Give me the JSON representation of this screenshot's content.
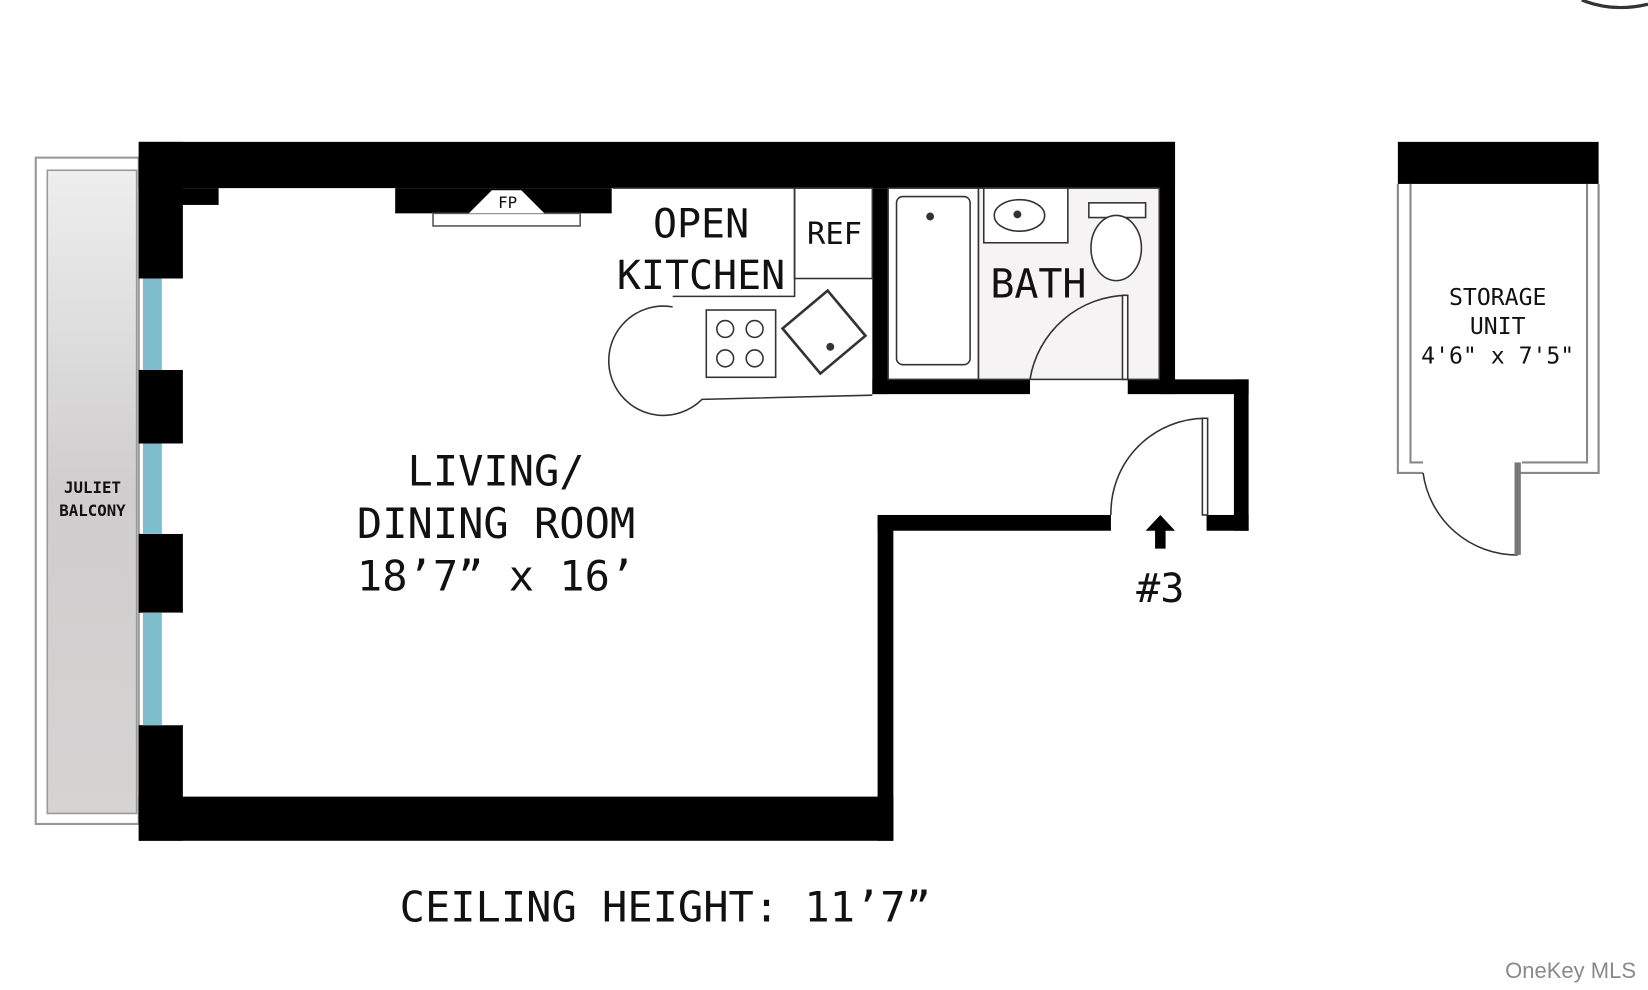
{
  "floorplan": {
    "rooms": {
      "living": {
        "line1": "LIVING/",
        "line2": "DINING ROOM",
        "dims": "18’7” x 16’"
      },
      "kitchen": {
        "line1": "OPEN",
        "line2": "KITCHEN"
      },
      "ref": "REF",
      "fireplace": "FP",
      "bath": "BATH",
      "balcony": {
        "line1": "JULIET",
        "line2": "BALCONY"
      },
      "storage": {
        "line1": "STORAGE",
        "line2": "UNIT",
        "dims": "4'6\" x 7'5\""
      }
    },
    "entry_label": "#3",
    "ceiling": "CEILING HEIGHT: 11’7”",
    "colors": {
      "wall": "#000000",
      "window": "#7fbccc",
      "balcony": "#d8d6d6"
    }
  },
  "watermark": "OneKey MLS"
}
